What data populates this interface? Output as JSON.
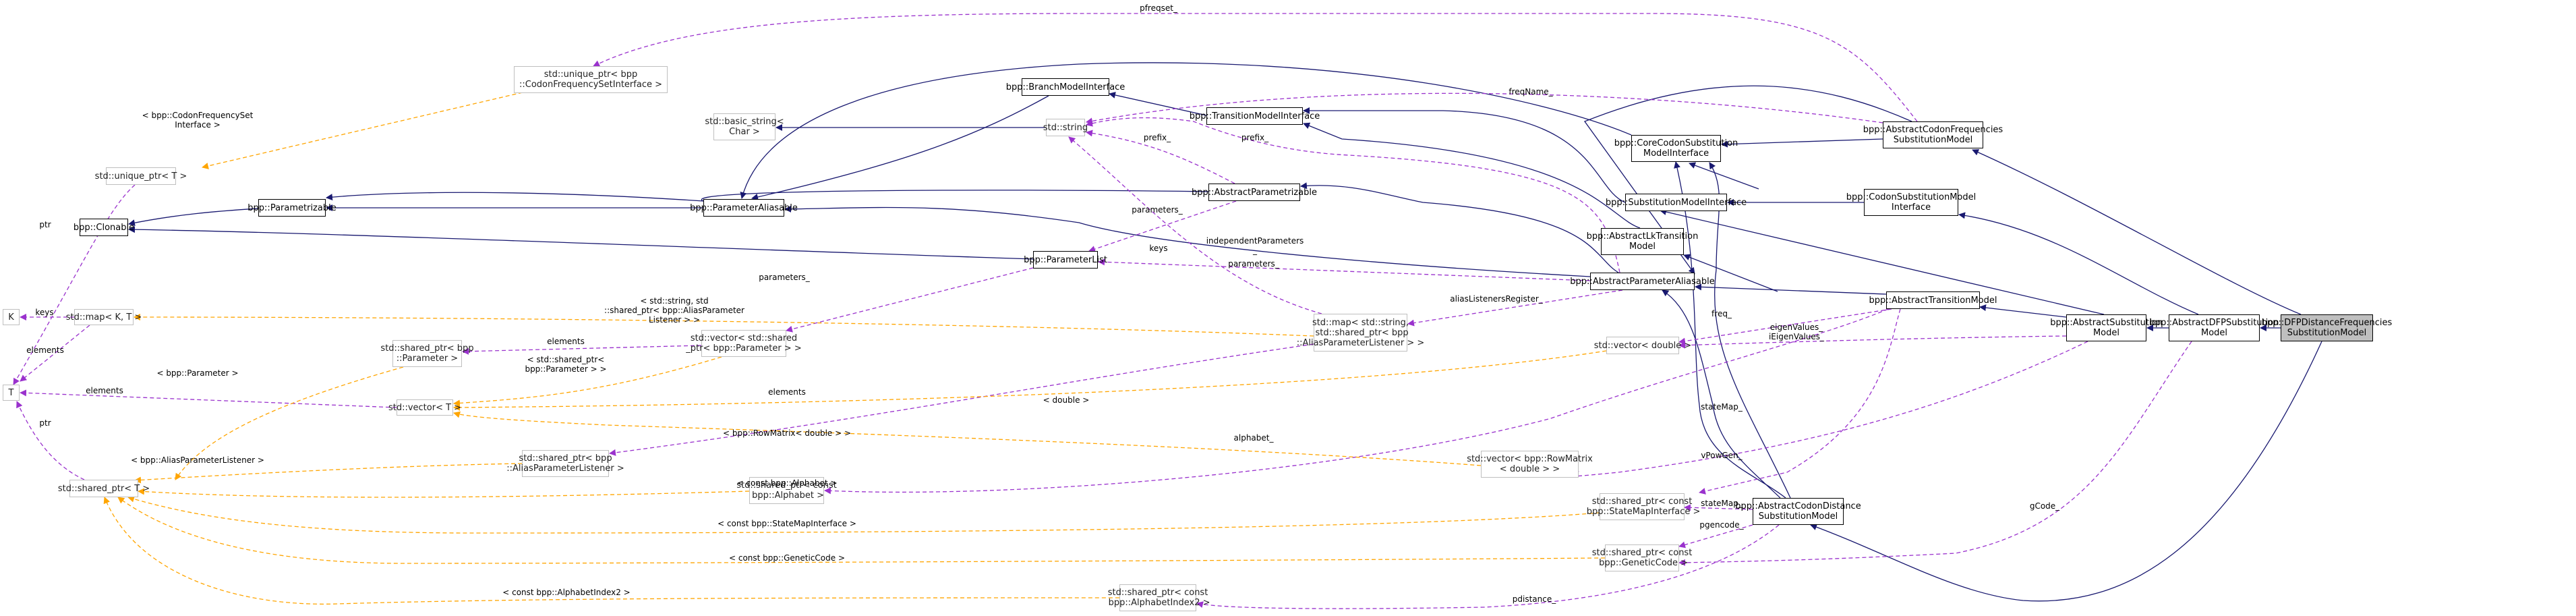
{
  "diagram": {
    "title": "bpp::DFPDistanceFrequenciesSubstitutionModel collaboration graph",
    "colors": {
      "inheritance": "#191970",
      "usage": "#9a32cd",
      "template": "#ffa500",
      "focus_fill": "#bfbfbf"
    },
    "nodes": [
      {
        "id": "unique_ptr_cfs",
        "label": "std::unique_ptr< bpp\n::CodonFrequencySetInterface >",
        "kind": "ext"
      },
      {
        "id": "unique_ptr_T",
        "label": "std::unique_ptr< T >",
        "kind": "ext"
      },
      {
        "id": "clonable",
        "label": "bpp::Clonable",
        "kind": "cls"
      },
      {
        "id": "parametrizable",
        "label": "bpp::Parametrizable",
        "kind": "cls"
      },
      {
        "id": "param_aliasable",
        "label": "bpp::ParameterAliasable",
        "kind": "cls"
      },
      {
        "id": "basic_string",
        "label": "std::basic_string<\nChar >",
        "kind": "ext"
      },
      {
        "id": "branch_model_if",
        "label": "bpp::BranchModelInterface",
        "kind": "cls"
      },
      {
        "id": "std_string",
        "label": "std::string",
        "kind": "ext"
      },
      {
        "id": "transition_model_if",
        "label": "bpp::TransitionModelInterface",
        "kind": "cls"
      },
      {
        "id": "abstract_parametrizable",
        "label": "bpp::AbstractParametrizable",
        "kind": "cls"
      },
      {
        "id": "parameter_list",
        "label": "bpp::ParameterList",
        "kind": "cls"
      },
      {
        "id": "core_codon_subst_if",
        "label": "bpp::CoreCodonSubstitution\nModelInterface",
        "kind": "cls"
      },
      {
        "id": "subst_model_if",
        "label": "bpp::SubstitutionModelInterface",
        "kind": "cls"
      },
      {
        "id": "abstract_lk_transition",
        "label": "bpp::AbstractLkTransition\nModel",
        "kind": "cls"
      },
      {
        "id": "abstract_param_aliasable",
        "label": "bpp::AbstractParameterAliasable",
        "kind": "cls"
      },
      {
        "id": "abstract_codon_freq",
        "label": "bpp::AbstractCodonFrequencies\nSubstitutionModel",
        "kind": "cls"
      },
      {
        "id": "codon_subst_if",
        "label": "bpp::CodonSubstitutionModel\nInterface",
        "kind": "cls"
      },
      {
        "id": "abstract_transition",
        "label": "bpp::AbstractTransitionModel",
        "kind": "cls"
      },
      {
        "id": "abstract_subst",
        "label": "bpp::AbstractSubstitution\nModel",
        "kind": "cls"
      },
      {
        "id": "abstract_dfp",
        "label": "bpp::AbstractDFPSubstitution\nModel",
        "kind": "cls"
      },
      {
        "id": "dfp_distance",
        "label": "bpp::DFPDistanceFrequencies\nSubstitutionModel",
        "kind": "focus"
      },
      {
        "id": "K",
        "label": "K",
        "kind": "ext"
      },
      {
        "id": "T",
        "label": "T",
        "kind": "ext"
      },
      {
        "id": "map_KT",
        "label": "std::map< K, T >",
        "kind": "ext"
      },
      {
        "id": "shared_ptr_param",
        "label": "std::shared_ptr< bpp\n::Parameter >",
        "kind": "ext"
      },
      {
        "id": "vector_shared_param",
        "label": "std::vector< std::shared\n_ptr< bpp::Parameter > >",
        "kind": "ext"
      },
      {
        "id": "map_string_listener",
        "label": "std::map< std::string,\n std::shared_ptr< bpp\n::AliasParameterListener > >",
        "kind": "ext"
      },
      {
        "id": "vector_T",
        "label": "std::vector< T >",
        "kind": "ext"
      },
      {
        "id": "vector_double",
        "label": "std::vector< double >",
        "kind": "ext"
      },
      {
        "id": "shared_ptr_listener",
        "label": "std::shared_ptr< bpp\n::AliasParameterListener >",
        "kind": "ext"
      },
      {
        "id": "shared_ptr_T",
        "label": "std::shared_ptr< T >",
        "kind": "ext"
      },
      {
        "id": "shared_ptr_alphabet",
        "label": "std::shared_ptr< const\n bpp::Alphabet >",
        "kind": "ext"
      },
      {
        "id": "vector_rowmatrix",
        "label": "std::vector< bpp::RowMatrix\n< double > >",
        "kind": "ext"
      },
      {
        "id": "shared_ptr_statemap",
        "label": "std::shared_ptr< const\n bpp::StateMapInterface >",
        "kind": "ext"
      },
      {
        "id": "abstract_codon_distance",
        "label": "bpp::AbstractCodonDistance\nSubstitutionModel",
        "kind": "cls"
      },
      {
        "id": "shared_ptr_geneticcode",
        "label": "std::shared_ptr< const\n bpp::GeneticCode >",
        "kind": "ext"
      },
      {
        "id": "shared_ptr_alphabetindex2",
        "label": "std::shared_ptr< const\n bpp::AlphabetIndex2 >",
        "kind": "ext"
      }
    ],
    "edge_labels": [
      {
        "id": "pfreqset",
        "text": "pfreqset_"
      },
      {
        "id": "cfs_tmpl",
        "text": "< bpp::CodonFrequencySet\nInterface >"
      },
      {
        "id": "ptr_unique",
        "text": "ptr"
      },
      {
        "id": "freqName",
        "text": "freqName_"
      },
      {
        "id": "prefix1",
        "text": "prefix_"
      },
      {
        "id": "prefix2",
        "text": "prefix_"
      },
      {
        "id": "parameters1",
        "text": "parameters_"
      },
      {
        "id": "keys_string",
        "text": "keys"
      },
      {
        "id": "independentParameters",
        "text": "independentParameters\n_"
      },
      {
        "id": "parameters2",
        "text": "parameters_"
      },
      {
        "id": "parameters3",
        "text": "parameters_"
      },
      {
        "id": "aliasListenersRegister",
        "text": "aliasListenersRegister_"
      },
      {
        "id": "map_tmpl",
        "text": "< std::string, std\n::shared_ptr< bpp::AliasParameter\nListener > >"
      },
      {
        "id": "keys_K",
        "text": "keys"
      },
      {
        "id": "elements_map",
        "text": "elements"
      },
      {
        "id": "elements_vecparam",
        "text": "elements"
      },
      {
        "id": "shared_param_tmpl",
        "text": "< std::shared_ptr<\nbpp::Parameter > >"
      },
      {
        "id": "param_tmpl",
        "text": "< bpp::Parameter >"
      },
      {
        "id": "elements_vecT",
        "text": "elements"
      },
      {
        "id": "elements_listener",
        "text": "elements"
      },
      {
        "id": "double_tmpl",
        "text": "< double >"
      },
      {
        "id": "ptr_shared",
        "text": "ptr"
      },
      {
        "id": "rowmatrix_tmpl",
        "text": "< bpp::RowMatrix< double > >"
      },
      {
        "id": "listener_tmpl",
        "text": "< bpp::AliasParameterListener >"
      },
      {
        "id": "alphabet_tmpl",
        "text": "< const bpp::Alphabet >"
      },
      {
        "id": "alphabet",
        "text": "alphabet_"
      },
      {
        "id": "freq",
        "text": "freq_"
      },
      {
        "id": "eigenValues",
        "text": "eigenValues_\niEigenValues_"
      },
      {
        "id": "stateMap1",
        "text": "stateMap_"
      },
      {
        "id": "vPowGen",
        "text": "vPowGen_"
      },
      {
        "id": "stateMap2",
        "text": "stateMap_"
      },
      {
        "id": "statemap_tmpl",
        "text": "< const bpp::StateMapInterface >"
      },
      {
        "id": "pgencode",
        "text": "pgencode_"
      },
      {
        "id": "geneticcode_tmpl",
        "text": "< const bpp::GeneticCode >"
      },
      {
        "id": "gCode",
        "text": "gCode_"
      },
      {
        "id": "alphabetindex2_tmpl",
        "text": "< const bpp::AlphabetIndex2 >"
      },
      {
        "id": "pdistance",
        "text": "pdistance_"
      }
    ]
  }
}
